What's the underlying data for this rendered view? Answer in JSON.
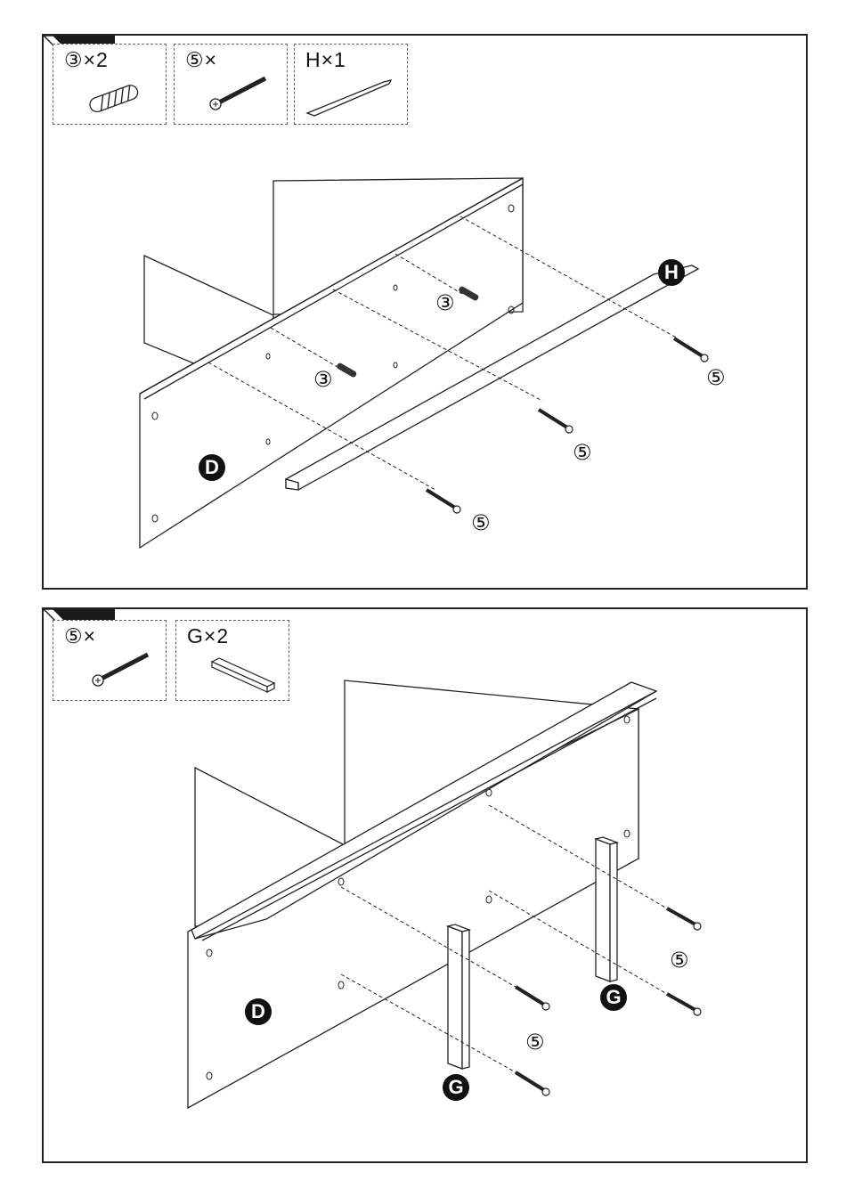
{
  "step1": {
    "parts": [
      {
        "label": "③×2",
        "icon": "dowel-icon"
      },
      {
        "label": "⑤×",
        "icon": "screw-icon"
      },
      {
        "label": "H×1",
        "icon": "rail-icon"
      }
    ],
    "callouts": {
      "dowel_left": "③",
      "dowel_right": "③",
      "screw_top": "⑤",
      "screw_mid": "⑤",
      "screw_bottom": "⑤",
      "panel_letter": "D",
      "rail_letter": "H"
    }
  },
  "step2": {
    "parts": [
      {
        "label": "⑤×",
        "icon": "screw-icon"
      },
      {
        "label": "G×2",
        "icon": "leg-block-icon"
      }
    ],
    "callouts": {
      "screw_right": "⑤",
      "screw_left": "⑤",
      "panel_letter": "D",
      "leg_left_letter": "G",
      "leg_right_letter": "G"
    }
  },
  "colors": {
    "line": "#222222",
    "corner_fill": "#1a1a1a"
  }
}
